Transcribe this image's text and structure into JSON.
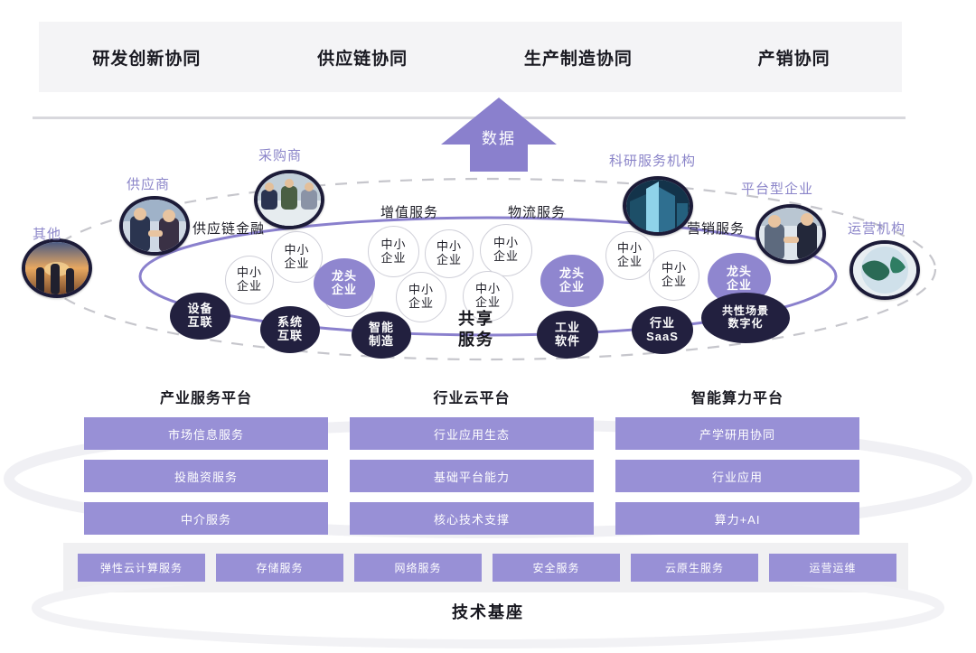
{
  "top_band": {
    "items": [
      {
        "label": "研发创新协同"
      },
      {
        "label": "供应链协同"
      },
      {
        "label": "生产制造协同"
      },
      {
        "label": "产销协同"
      }
    ]
  },
  "arrow": {
    "label": "数据"
  },
  "ecosystem": {
    "outer_partners": [
      {
        "label": "其他",
        "icon": "people-sunset-photo"
      },
      {
        "label": "供应商",
        "icon": "handshake-photo"
      },
      {
        "label": "采购商",
        "icon": "meeting-photo"
      },
      {
        "label": "科研服务机构",
        "icon": "building-photo"
      },
      {
        "label": "平台型企业",
        "icon": "business-handshake-photo"
      },
      {
        "label": "运营机构",
        "icon": "globe-photo"
      }
    ],
    "ring_services": [
      {
        "label": "供应链金融"
      },
      {
        "label": "增值服务"
      },
      {
        "label": "物流服务"
      },
      {
        "label": "营销服务"
      }
    ],
    "core_label": "共享\n服务",
    "core_line1": "共享",
    "core_line2": "服务",
    "sme_label_line1": "中小",
    "sme_label_line2": "企业",
    "sme_nodes": [
      {
        "id": "sme-1"
      },
      {
        "id": "sme-2"
      },
      {
        "id": "sme-3"
      },
      {
        "id": "sme-4"
      },
      {
        "id": "sme-5"
      },
      {
        "id": "sme-6"
      },
      {
        "id": "sme-7"
      },
      {
        "id": "sme-8"
      },
      {
        "id": "sme-9"
      },
      {
        "id": "sme-10"
      }
    ],
    "lead_label_line1": "龙头",
    "lead_label_line2": "企业",
    "lead_nodes": [
      {
        "id": "lead-1"
      },
      {
        "id": "lead-2"
      },
      {
        "id": "lead-3"
      }
    ],
    "capabilities": [
      {
        "line1": "设备",
        "line2": "互联"
      },
      {
        "line1": "系统",
        "line2": "互联"
      },
      {
        "line1": "智能",
        "line2": "制造"
      },
      {
        "line1": "工业",
        "line2": "软件"
      },
      {
        "line1": "行业",
        "line2": "SaaS"
      },
      {
        "line1": "共性场景",
        "line2": "数字化"
      }
    ]
  },
  "platforms": [
    {
      "title": "产业服务平台",
      "items": [
        "市场信息服务",
        "投融资服务",
        "中介服务"
      ]
    },
    {
      "title": "行业云平台",
      "items": [
        "行业应用生态",
        "基础平台能力",
        "核心技术支撑"
      ]
    },
    {
      "title": "智能算力平台",
      "items": [
        "产学研用协同",
        "行业应用",
        "算力+AI"
      ]
    }
  ],
  "tech_base": {
    "title": "技术基座",
    "items": [
      "弹性云计算服务",
      "存储服务",
      "网络服务",
      "安全服务",
      "云原生服务",
      "运营运维"
    ]
  },
  "colors": {
    "purple": "#8f86cf",
    "purple_bar": "#9890d6",
    "navy": "#22203f",
    "band_gray": "#f4f4f6",
    "outer_label": "#8b85c9"
  }
}
